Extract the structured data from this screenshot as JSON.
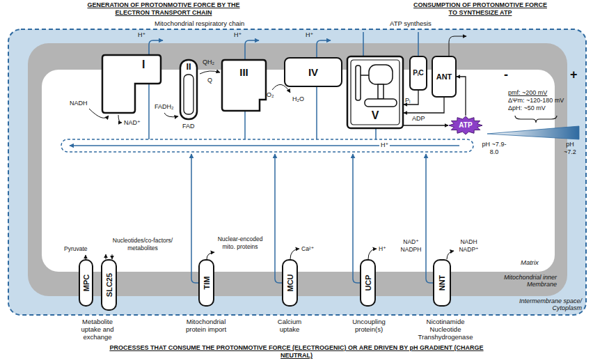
{
  "diagram": {
    "nodes": [
      {
        "text": [
          "Intermembrane space/ Cytoplasm"
        ]
      },
      {
        "text": [
          "Mitochondrial inner Membrane"
        ],
        "in": 0
      },
      {
        "text": [
          "Matrix"
        ],
        "in": 1
      },
      {
        "text": [
          "I"
        ],
        "in": 0
      },
      {
        "text": [
          "II"
        ],
        "in": 0
      },
      {
        "text": [
          "III"
        ],
        "in": 0
      },
      {
        "text": [
          "IV"
        ],
        "in": 0
      },
      {
        "text": [
          "V"
        ],
        "in": 0
      },
      {
        "text": [
          "PᵢC"
        ],
        "in": 0
      },
      {
        "text": [
          "ANT"
        ],
        "in": 0
      },
      {
        "text": [
          "ATP"
        ],
        "in": 2
      },
      {
        "text": [
          "MPC"
        ],
        "in": 0
      },
      {
        "text": [
          "SLC25"
        ],
        "in": 0
      },
      {
        "text": [
          "TIM"
        ],
        "in": 0
      },
      {
        "text": [
          "MCU"
        ],
        "in": 0
      },
      {
        "text": [
          "UCP"
        ],
        "in": 0
      },
      {
        "text": [
          "NNT"
        ],
        "in": 0
      }
    ],
    "edges": [
      {
        "from": 8,
        "to": 7,
        "arrow": "to",
        "label": "Pᵢ"
      },
      {
        "from": 9,
        "to": 7,
        "arrow": "to",
        "label": "ADP"
      },
      {
        "from": 7,
        "to": 10,
        "arrow": "to"
      },
      {
        "from": 10,
        "to": 9,
        "arrow": "to"
      }
    ],
    "labels": [
      "GENERATION OF PROTONMOTIVE FORCE BY THE ELECTRON TRANSPORT CHAIN",
      "CONSUMPTION OF PROTONMOTIVE FORCE TO SYNTHESIZE ATP",
      "Mitochondrial respiratory chain",
      "ATP synthesis",
      "H⁺",
      "H⁺",
      "H⁺",
      "QH₂",
      "Q",
      "NADH",
      "NAD⁺",
      "FADH₂",
      "FAD",
      "O₂",
      "H₂O",
      "H⁺",
      "-",
      "+",
      "pmf: ~200 mV",
      "ΔΨm: ~120-180 mV",
      "ΔpH: ~50 mV",
      "pH ~7.9-8.0",
      "pH ~7.2",
      "Pyruvate",
      "Nucleotides/co-factors/ metabolites",
      "Nuclear-encoded mito. proteins",
      "Ca²⁺",
      "H⁺",
      "NAD⁺ NADPH",
      "NADH NADP⁺",
      "Metabolite uptake and exchange",
      "Mitochondrial protein import",
      "Calcium uptake",
      "Uncoupling protein(s)",
      "Nicotinamide Nucleotide Transhydrogenase",
      "PROCESSES THAT CONSUME THE PROTONMOTIVE FORCE (ELECTROGENIC) OR ARE DRIVEN BY pH GRADIENT (CHARGE NEUTRAL)"
    ]
  }
}
